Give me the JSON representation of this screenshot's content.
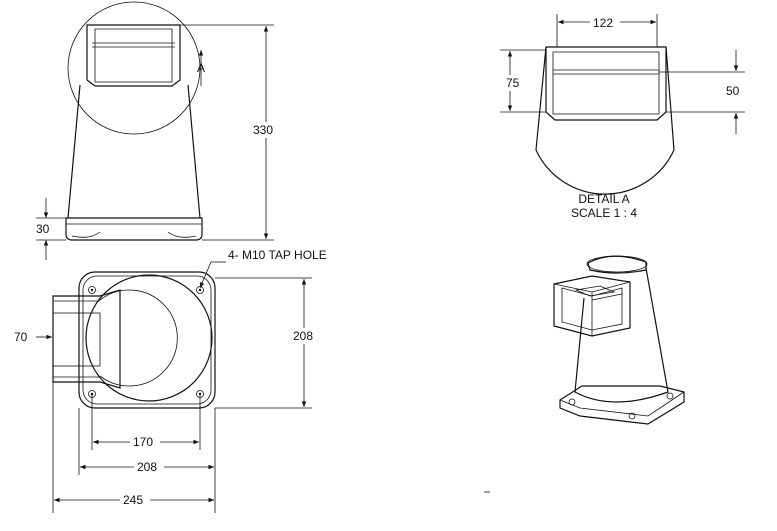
{
  "front_view": {
    "height_label": "330",
    "base_height_label": "30",
    "detail_marker": "A"
  },
  "top_view": {
    "tap_hole_note": "4- M10 TAP HOLE",
    "depth_label": "208",
    "side_label": "70",
    "hole_spacing_label": "170",
    "base_width_label": "208",
    "overall_width_label": "245"
  },
  "detail_view": {
    "width_label": "122",
    "height_label": "75",
    "inner_label": "50",
    "title": "DETAIL A",
    "scale": "SCALE 1 : 4"
  }
}
